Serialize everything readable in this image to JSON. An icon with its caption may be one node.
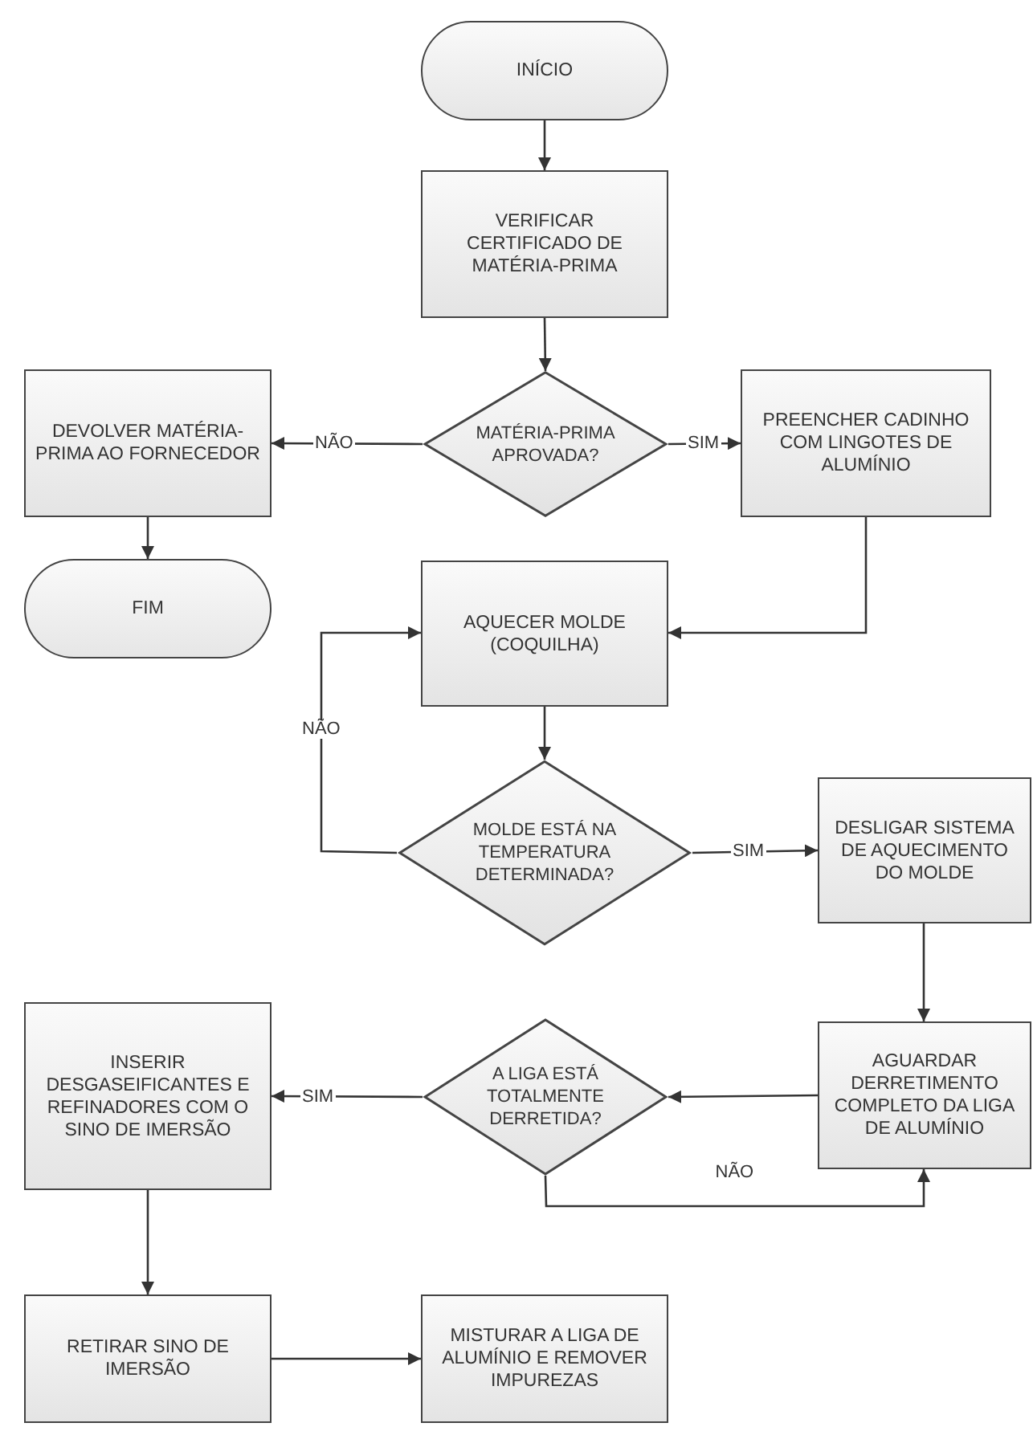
{
  "diagram": {
    "nodes": [
      {
        "text": [
          "INÍCIO"
        ]
      },
      {
        "text": [
          "VERIFICAR CERTIFICADO DE MATÉRIA-PRIMA"
        ]
      },
      {
        "text": [
          "MATÉRIA-PRIMA APROVADA?"
        ]
      },
      {
        "text": [
          "DEVOLVER MATÉRIA-PRIMA AO FORNECEDOR"
        ]
      },
      {
        "text": [
          "PREENCHER CADINHO COM LINGOTES DE ALUMÍNIO"
        ]
      },
      {
        "text": [
          "FIM"
        ]
      },
      {
        "text": [
          "AQUECER MOLDE (COQUILHA)"
        ]
      },
      {
        "text": [
          "MOLDE ESTÁ NA TEMPERATURA DETERMINADA?"
        ]
      },
      {
        "text": [
          "DESLIGAR SISTEMA DE AQUECIMENTO DO MOLDE"
        ]
      },
      {
        "text": [
          "AGUARDAR DERRETIMENTO COMPLETO DA LIGA DE ALUMÍNIO"
        ]
      },
      {
        "text": [
          "A LIGA ESTÁ TOTALMENTE DERRETIDA?"
        ]
      },
      {
        "text": [
          "INSERIR DESGASEIFICANTES E REFINADORES COM O SINO DE IMERSÃO"
        ]
      },
      {
        "text": [
          "RETIRAR SINO DE IMERSÃO"
        ]
      },
      {
        "text": [
          "MISTURAR A LIGA DE ALUMÍNIO E REMOVER IMPUREZAS"
        ]
      }
    ],
    "edges": [
      {
        "from": 0,
        "to": 1,
        "arrow": "to"
      },
      {
        "from": 1,
        "to": 2,
        "arrow": "to"
      },
      {
        "from": 2,
        "to": 3,
        "arrow": "to",
        "label": "NÃO"
      },
      {
        "from": 2,
        "to": 4,
        "arrow": "to",
        "label": "SIM"
      },
      {
        "from": 3,
        "to": 5,
        "arrow": "to"
      },
      {
        "from": 4,
        "to": 6,
        "arrow": "to"
      },
      {
        "from": 6,
        "to": 7,
        "arrow": "to"
      },
      {
        "from": 7,
        "to": 6,
        "arrow": "to",
        "label": "NÃO"
      },
      {
        "from": 7,
        "to": 8,
        "arrow": "to",
        "label": "SIM"
      },
      {
        "from": 8,
        "to": 9,
        "arrow": "to"
      },
      {
        "from": 9,
        "to": 10,
        "arrow": "to"
      },
      {
        "from": 10,
        "to": 9,
        "arrow": "to",
        "label": "NÃO"
      },
      {
        "from": 10,
        "to": 11,
        "arrow": "to",
        "label": "SIM"
      },
      {
        "from": 11,
        "to": 12,
        "arrow": "to"
      },
      {
        "from": 12,
        "to": 13,
        "arrow": "to"
      }
    ]
  }
}
